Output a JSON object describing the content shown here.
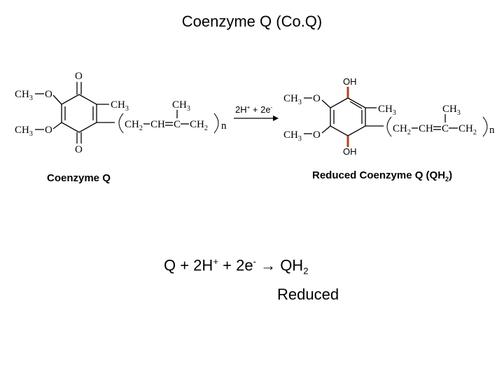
{
  "title": "Coenzyme Q (Co.Q)",
  "left_molecule": {
    "name": "Coenzyme Q",
    "atoms": {
      "o_top": "O",
      "o_bottom": "O",
      "ch3o_top": "CH",
      "ch3o_top_sub": "3",
      "ch3o_bottom": "CH",
      "ch3o_bottom_sub": "3",
      "o_ether_top": "O",
      "o_ether_bottom": "O",
      "ring_ch3": "CH",
      "ring_ch3_sub": "3",
      "side_ch3": "CH",
      "side_ch3_sub": "3",
      "chain_ch2_left": "CH",
      "chain_ch2_left_sub": "2",
      "chain_ch": "CH",
      "chain_c": "C",
      "chain_ch2_right": "CH",
      "chain_ch2_right_sub": "2",
      "repeat_n": "n"
    }
  },
  "arrow": {
    "label_main": "2H",
    "label_plus_sup": "+",
    "label_mid": " + 2e",
    "label_minus_sup": "-"
  },
  "right_molecule": {
    "name_main": "Reduced Coenzyme Q (QH",
    "name_sub": "2",
    "name_close": ")",
    "atoms": {
      "oh_top": "OH",
      "oh_bottom": "OH",
      "ch3o_top": "CH",
      "ch3o_top_sub": "3",
      "ch3o_bottom": "CH",
      "ch3o_bottom_sub": "3",
      "o_ether_top": "O",
      "o_ether_bottom": "O",
      "ring_ch3": "CH",
      "ring_ch3_sub": "3",
      "side_ch3": "CH",
      "side_ch3_sub": "3",
      "chain_ch2_left": "CH",
      "chain_ch2_left_sub": "2",
      "chain_ch": "CH",
      "chain_c": "C",
      "chain_ch2_right": "CH",
      "chain_ch2_right_sub": "2",
      "repeat_n": "n"
    }
  },
  "equation": {
    "part1": "Q + 2H",
    "sup1": "+",
    "part2": " + 2e",
    "sup2": "-",
    "part3": " → QH",
    "sub3": "2"
  },
  "reduced_label": "Reduced",
  "colors": {
    "oh_bond": "#b3421f"
  }
}
